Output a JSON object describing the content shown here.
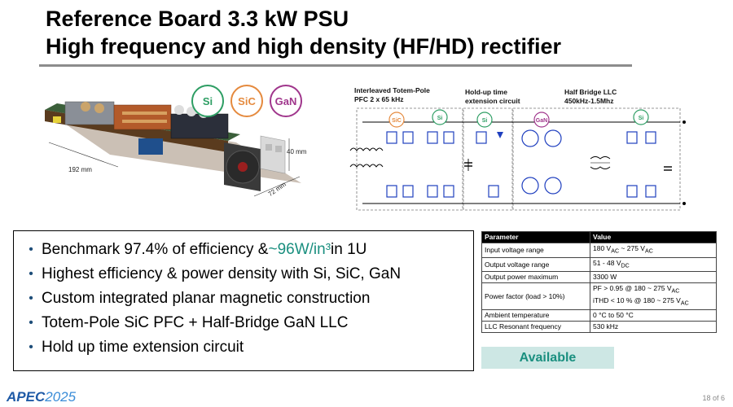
{
  "slide": {
    "title_line1": "Reference Board 3.3 kW PSU",
    "title_line2": "High frequency and high density (HF/HD) rectifier",
    "page_number": "18 of 6"
  },
  "badges": [
    {
      "label": "Si",
      "color": "#2e9e64"
    },
    {
      "label": "SiC",
      "color": "#e58a3e"
    },
    {
      "label": "GaN",
      "color": "#a0368c"
    }
  ],
  "board": {
    "dim_length": "192 mm",
    "dim_width": "72 mm",
    "dim_height": "40 mm"
  },
  "schematic": {
    "pfc_label_1": "Interleaved Totem-Pole",
    "pfc_label_2": "PFC 2 x 65 kHz",
    "holdup_label_1": "Hold-up time",
    "holdup_label_2": "extension circuit",
    "llc_label_1": "Half Bridge LLC",
    "llc_label_2": "450kHz-1.5Mhz",
    "tag_sic": "SiC",
    "tag_si_1": "Si",
    "tag_si_2": "Si",
    "tag_gan": "GaN",
    "tag_si_3": "Si"
  },
  "bullets": [
    {
      "prefix": "Benchmark 97.4% of efficiency & ",
      "highlight": "~96W/in³",
      "suffix": " in 1U"
    },
    {
      "prefix": "Highest efficiency & power density with Si, SiC, GaN",
      "highlight": "",
      "suffix": ""
    },
    {
      "prefix": "Custom integrated planar magnetic construction",
      "highlight": "",
      "suffix": ""
    },
    {
      "prefix": "Totem-Pole SiC PFC + Half-Bridge GaN LLC",
      "highlight": "",
      "suffix": ""
    },
    {
      "prefix": "Hold up time extension circuit",
      "highlight": "",
      "suffix": ""
    }
  ],
  "spec_table": {
    "header_param": "Parameter",
    "header_value": "Value",
    "rows": [
      {
        "param": "Input voltage range",
        "value_html": "180 V<sub>AC</sub> ~ 275 V<sub>AC</sub>"
      },
      {
        "param": "Output voltage range",
        "value_html": "51 - 48 V<sub>DC</sub>"
      },
      {
        "param": "Output power maximum",
        "value_html": "3300 W"
      },
      {
        "param": "Power factor (load > 10%)",
        "value_html": "<span class='cell-line'>PF > 0.95 @ 180 ~ 275 V<sub>AC</sub></span><span class='cell-line'>iTHD < 10 % @ 180 ~ 275 V<sub>AC</sub></span>"
      },
      {
        "param": "Ambient temperature",
        "value_html": "0 °C to 50 °C"
      },
      {
        "param": "LLC Resonant frequency",
        "value_html": "530 kHz"
      }
    ]
  },
  "status_button": "Available",
  "footer": {
    "logo_text": "APEC",
    "logo_year": "2025"
  },
  "colors": {
    "accent_teal": "#1a8f7f",
    "avail_bg": "#cde7e4",
    "logo_blue": "#1f5aa6",
    "si": "#2e9e64",
    "sic": "#e58a3e",
    "gan": "#a0368c",
    "switch_blue": "#1f3fbf"
  }
}
